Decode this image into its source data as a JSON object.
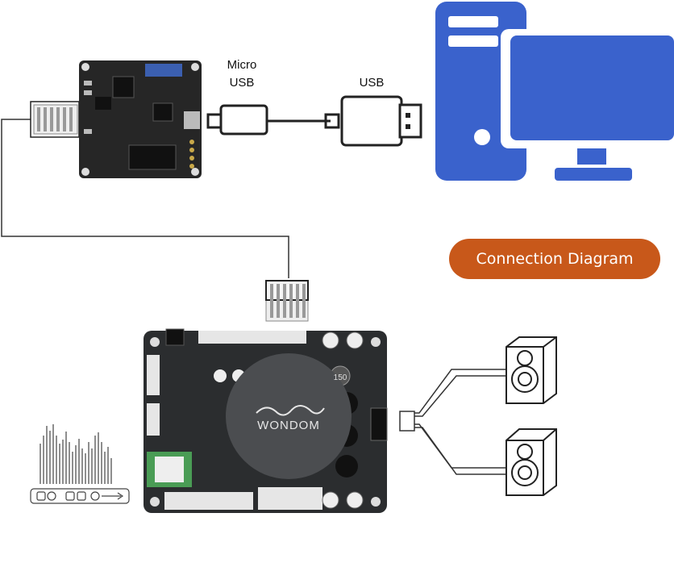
{
  "labels": {
    "micro_usb_line1": "Micro",
    "micro_usb_line2": "USB",
    "usb": "USB",
    "connection_diagram": "Connection Diagram",
    "amp_brand": "WONDOM",
    "inductor_value": "150"
  },
  "icons": {
    "computer": "desktop-computer-icon",
    "speaker": "speaker-icon",
    "media_player": "media-player-icon"
  },
  "colors": {
    "computer_blue": "#3a62cc",
    "pill": "#c8581a",
    "board": "#262626",
    "amp_board": "#2b2d2f"
  }
}
